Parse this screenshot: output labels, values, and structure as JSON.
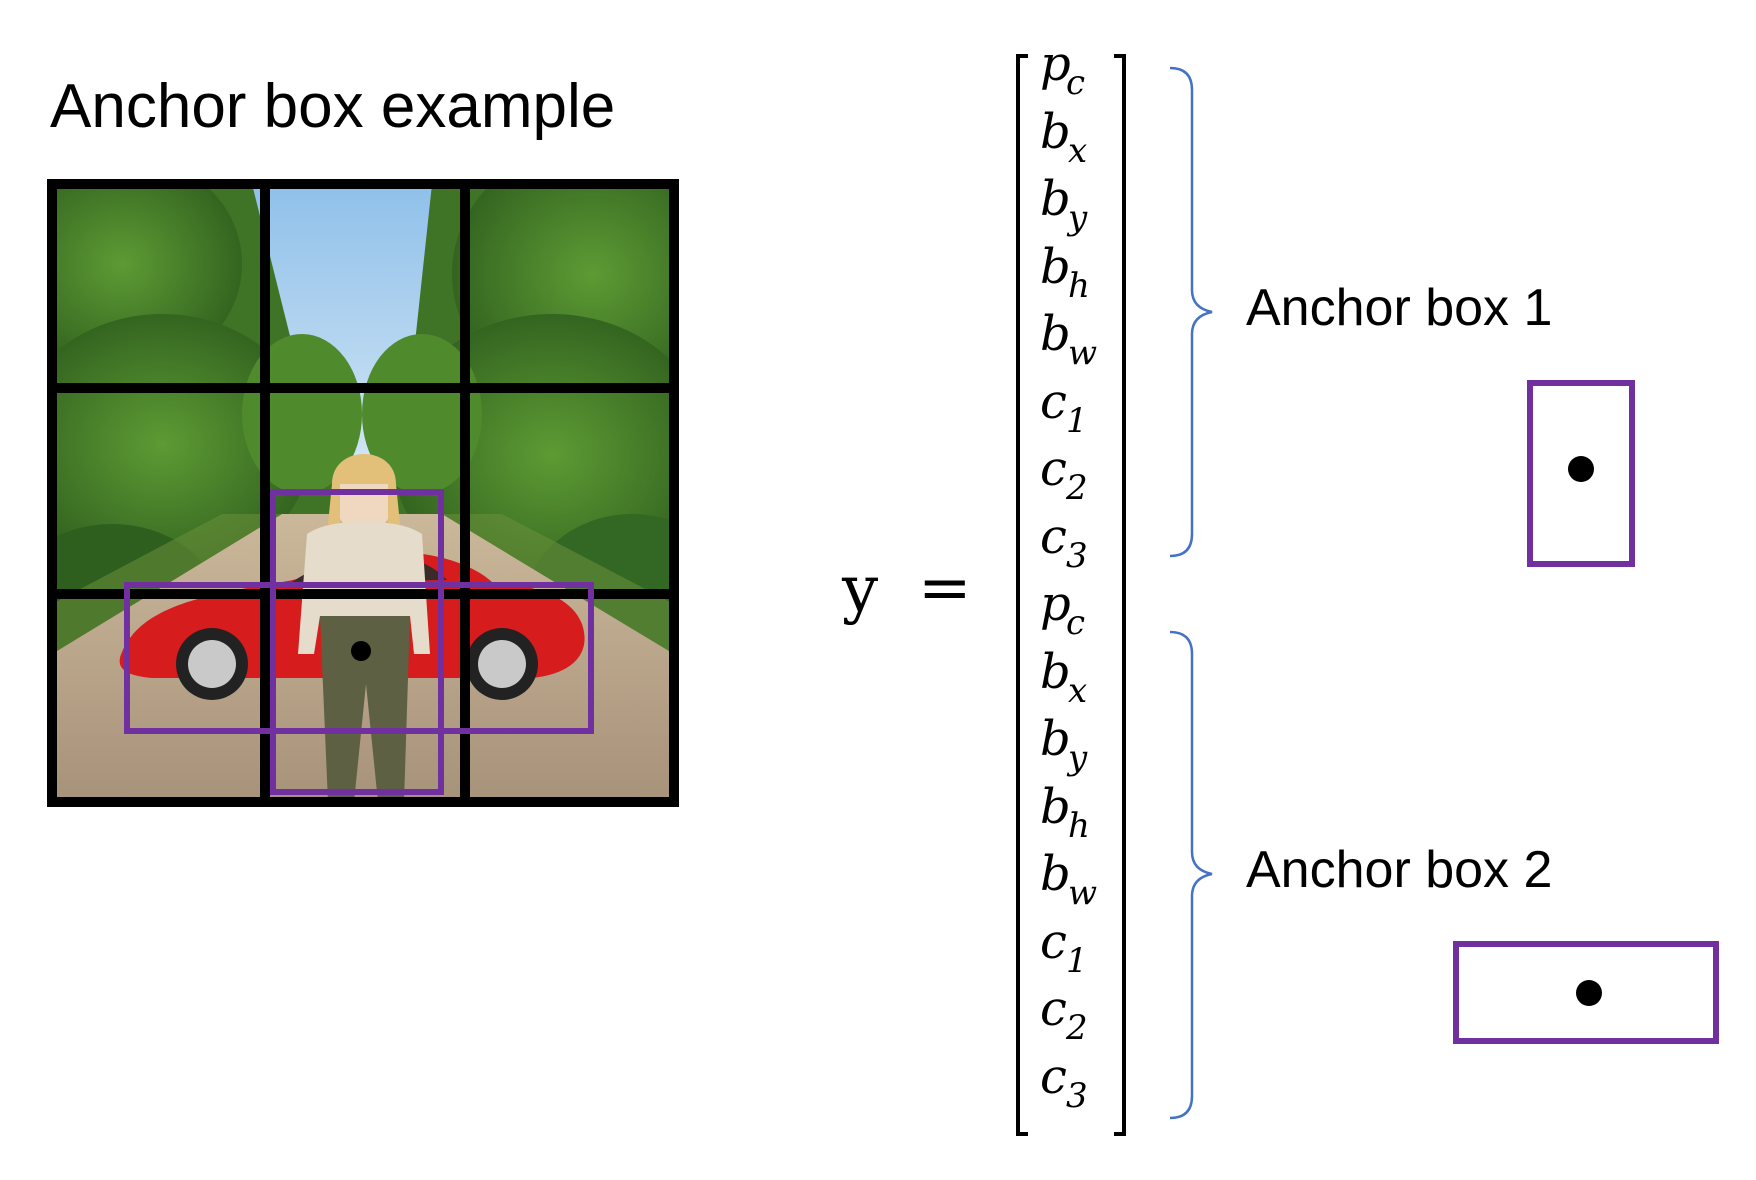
{
  "title": "Anchor box example",
  "equation": {
    "lhs": "y",
    "sign": "="
  },
  "vector_entries": [
    {
      "base": "p",
      "sub": "c"
    },
    {
      "base": "b",
      "sub": "x"
    },
    {
      "base": "b",
      "sub": "y"
    },
    {
      "base": "b",
      "sub": "h"
    },
    {
      "base": "b",
      "sub": "w"
    },
    {
      "base": "c",
      "sub": "1"
    },
    {
      "base": "c",
      "sub": "2"
    },
    {
      "base": "c",
      "sub": "3"
    },
    {
      "base": "p",
      "sub": "c"
    },
    {
      "base": "b",
      "sub": "x"
    },
    {
      "base": "b",
      "sub": "y"
    },
    {
      "base": "b",
      "sub": "h"
    },
    {
      "base": "b",
      "sub": "w"
    },
    {
      "base": "c",
      "sub": "1"
    },
    {
      "base": "c",
      "sub": "2"
    },
    {
      "base": "c",
      "sub": "3"
    }
  ],
  "anchor_labels": [
    "Anchor box 1",
    "Anchor box 2"
  ],
  "colors": {
    "anchor_box": "#7030a0",
    "brace": "#4472c4",
    "grid": "#000000"
  },
  "icons": [
    "photo-road-car-person"
  ]
}
